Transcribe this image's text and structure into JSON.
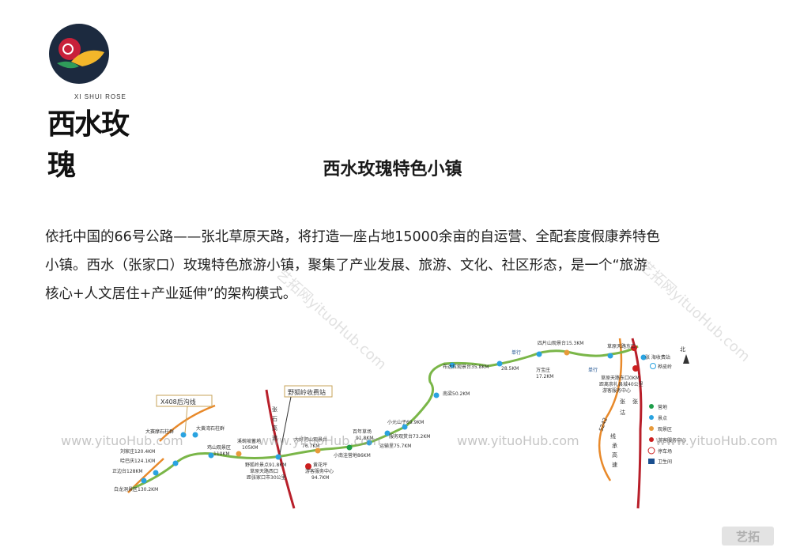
{
  "logo": {
    "subtitle": "XI SHUI ROSE",
    "title": "西水玫瑰"
  },
  "title": "西水玫瑰特色小镇",
  "body_lines": [
    "依托中国的66号公路——张北草原天路，将打造一座占地15000余亩的自运营、全配套度假康养特色",
    "小镇。西水（张家口）玫瑰特色旅游小镇，聚集了产业发展、旅游、文化、社区形态，是一个“旅游",
    "核心+人文居住+产业延伸”的架构模式。"
  ],
  "map": {
    "callouts": {
      "x408": "X408后沟线",
      "yehuling": "野狐岭收费站"
    },
    "west_labels": [
      "大赛摩石柱群",
      "大黄湾石柱群",
      "刘家庄120.4KM",
      "哈巴庆124.1KM",
      "正边台128KM",
      "白龙洞景区130.2KM"
    ],
    "mid_labels": [
      "鸡山观景区",
      "110KM",
      "溪蜿坡蓄地",
      "105KM",
      "野狐岭景点91.8KM",
      "草原天路西口",
      "距张家口市30公里",
      "大好河山观景台",
      "76.7KM",
      "黄花坪",
      "游客服务中心",
      "94.7KM",
      "百年草场",
      "91.8KM",
      "小南洼营地86KM"
    ],
    "east_labels": [
      "小元山子69.9KM",
      "服务观赏台73.2KM",
      "运输里75.7KM",
      "南梁50.2KM",
      "布达拉观景台35.8KM",
      "28.5KM",
      "单行",
      "万宝庄",
      "17.2KM",
      "四片山观景台15.3KM",
      "单行",
      "草原天路东口",
      "张 海收费站",
      "桦皮岭",
      "草原天路东口0KM",
      "距离崇礼县城40公里",
      "游客服务中心"
    ],
    "road_labels": [
      "张",
      "石",
      "高",
      "速",
      "S242",
      "线",
      "张",
      "沽",
      "张",
      "承",
      "高",
      "速"
    ],
    "north": "北",
    "legend": [
      {
        "label": "营地",
        "color": "#1e9e4a"
      },
      {
        "label": "景点",
        "color": "#2aa3e0"
      },
      {
        "label": "观景区",
        "color": "#e79a3a"
      },
      {
        "label": "游客服务中心",
        "color": "#cc1f1f"
      },
      {
        "label": "停车场",
        "color": "#cc1f1f"
      },
      {
        "label": "卫生间",
        "color": "#1a4f8f"
      }
    ]
  },
  "watermarks": {
    "line": [
      "www.yituoHub.com",
      "www.yituoHub.com",
      "www.yituoHub.com",
      "www.yituoHub.com"
    ],
    "diag": [
      "艺拓网yituoHub.com",
      "艺拓网yituoHub.com"
    ]
  },
  "brand": "艺拓"
}
